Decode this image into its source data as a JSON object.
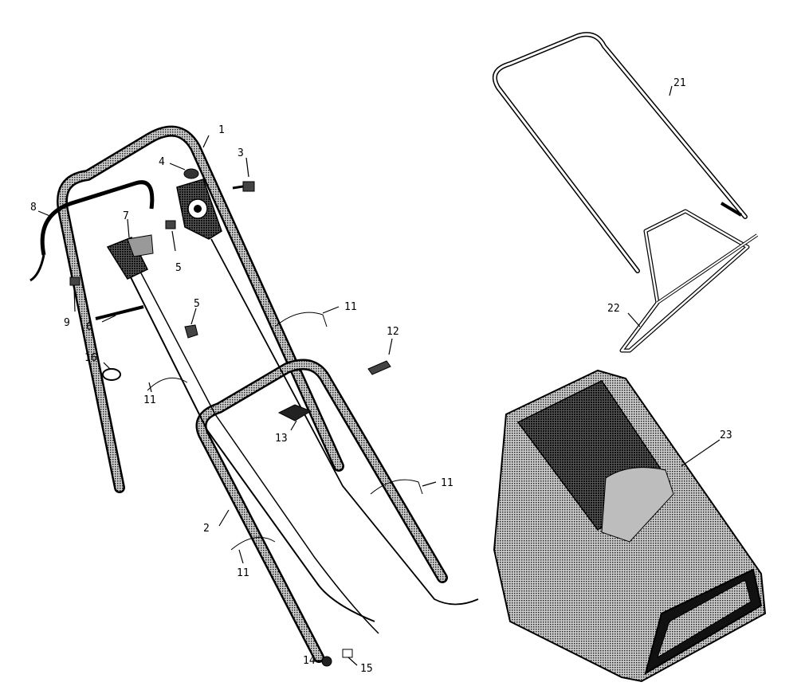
{
  "diagram": {
    "type": "exploded-parts-view",
    "callouts": [
      {
        "id": "c1",
        "label": "1"
      },
      {
        "id": "c2",
        "label": "2"
      },
      {
        "id": "c3",
        "label": "3"
      },
      {
        "id": "c4",
        "label": "4"
      },
      {
        "id": "c5a",
        "label": "5"
      },
      {
        "id": "c5b",
        "label": "5"
      },
      {
        "id": "c6",
        "label": "6"
      },
      {
        "id": "c7",
        "label": "7"
      },
      {
        "id": "c8",
        "label": "8"
      },
      {
        "id": "c9",
        "label": "9"
      },
      {
        "id": "c11a",
        "label": "11"
      },
      {
        "id": "c11b",
        "label": "11"
      },
      {
        "id": "c11c",
        "label": "11"
      },
      {
        "id": "c11d",
        "label": "11"
      },
      {
        "id": "c12",
        "label": "12"
      },
      {
        "id": "c13",
        "label": "13"
      },
      {
        "id": "c14",
        "label": "14"
      },
      {
        "id": "c15",
        "label": "15"
      },
      {
        "id": "c16",
        "label": "16"
      },
      {
        "id": "c21",
        "label": "21"
      },
      {
        "id": "c22",
        "label": "22"
      },
      {
        "id": "c23",
        "label": "23"
      }
    ],
    "colors": {
      "ink": "#000000",
      "paper": "#ffffff",
      "shade": "#8a8a8a",
      "dark": "#262626"
    }
  }
}
